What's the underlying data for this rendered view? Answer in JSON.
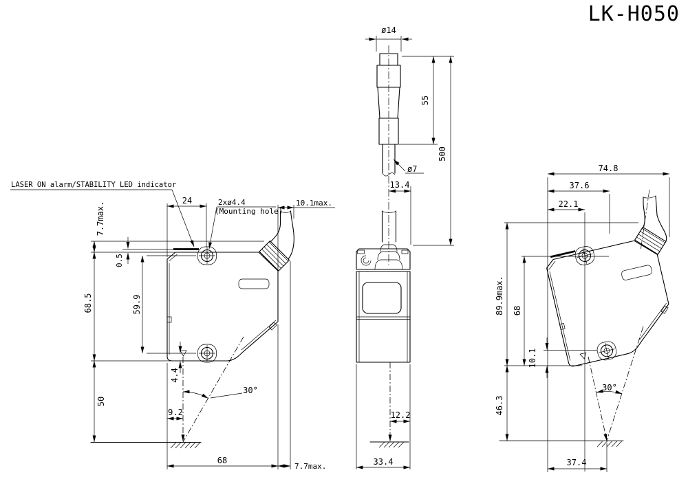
{
  "title": "LK-H050",
  "cable_detail": {
    "dia_connector": "ø14",
    "connector_length": "55",
    "cable_length": "500",
    "dia_cable": "ø7",
    "cable_offset": "13.4"
  },
  "side_view": {
    "led_label": "LASER ON alarm/STABILITY LED indicator",
    "hole_spacing_x": "24",
    "mounting_hole": "2xø4.4",
    "mounting_hole_note": "(Mounting hole)",
    "cable_bend": "10.1max.",
    "gland_protrusion": "7.7max.",
    "led_offset": "0.5",
    "body_height": "68.5",
    "hole_spacing_y": "59.9",
    "hole_to_bottom": "4.4",
    "reference_distance": "50",
    "beam_offset": "9.2",
    "beam_angle": "30°",
    "body_width": "68",
    "cable_protrusion": "7.7max."
  },
  "front_view": {
    "beam_offset": "12.2",
    "body_width": "33.4"
  },
  "tilted_view": {
    "total_width": "74.8",
    "cable_x": "37.6",
    "hole_x": "22.1",
    "total_height": "89.9max.",
    "hole_to_bottom_height": "68",
    "hole_offset": "10.1",
    "reference_distance": "46.3",
    "beam_angle": "30°",
    "focus_x": "37.4"
  }
}
